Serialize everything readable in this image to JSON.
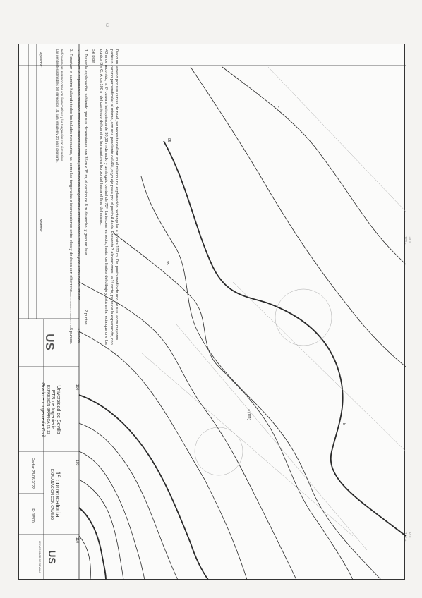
{
  "statement": {
    "paragraph": "Dado un terreno por sus curvas de nivel, se necesita realizar en el mismo una explanación rectangular a la cota 102 m. Del punto medio de uno de sus lados mayores parte un camino perpendicular al mismo, con una pendiente del 4%, cuyo eje pasa por el punto A dado. Presenta 3 alineaciones: la 1ª recta, parte de la explanación, con 40 m de recorrido, la 2ª curva a la izquierda de 30,56 m de radio y un ángulo central de 75º. La tercera es recta, hasta los límites del dibujo y está en la recta que une los puntos B y C. A los 100 m del comienzo del camino, la rasante es horizontal hasta el final del mismo.",
    "ask_heading": "Se pide:",
    "tasks": [
      "1. Trazar la explanación, sabiendo que sus dimensiones son 35 m x 15 m, el camino de 8 m de ancho, y graduar éste..................................................2 puntos.",
      "2. Resolver la explanación hallando todos los taludes necesarios, así como las tangencias e intersecciones entre ellos y de éstos con el terreno.........................3 puntos.",
      "3. Resolver el camino hallando todos los taludes necesarios, así como las tangencias e intersecciones entre ellos y de éstos con el terreno.................................5 puntos."
    ]
  },
  "notes": [
    "Indíquense las intersecciones con línea continua y las tangencias con discontinua.",
    "Las pendientes admisibles del terreno son 1/1 para terraplén y 2/3 para desmonte."
  ],
  "student": {
    "surname_label": "Apellidos:",
    "name_label": "Nombre:"
  },
  "title_block": {
    "university": "Universidad de Sevilla",
    "school": "ETS de Ingeniería",
    "course": "EXPRESIÓN GRÁFICA 22/ 22",
    "degree": "Grado en Ingeniería Civil",
    "call": "1ª convocatoria",
    "topic": "EXPLANACIÓN CON CAMINO",
    "date": "Fecha: 23-06-2022",
    "scale": "E: 1/500",
    "logo_left": "US",
    "logo_right": "US",
    "seal_text": "UNIVERSIDAD DE SEVILLA"
  },
  "map": {
    "contour_labels": [
      "95",
      "95",
      "100",
      "105",
      "110"
    ],
    "points": [
      "a (101)",
      "b",
      "c"
    ]
  },
  "handwriting": {
    "top_mark": "ε",
    "right_margin_1": "2a = 100 - 80 = 4 m",
    "right_margin_2": "P = 101 + 0,2 = 102"
  }
}
